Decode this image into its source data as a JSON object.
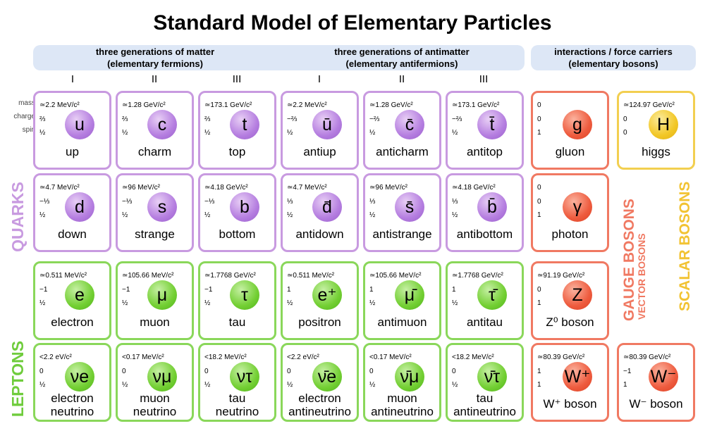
{
  "title": "Standard Model of Elementary Particles",
  "headers": {
    "matter": {
      "line1": "three generations of matter",
      "line2": "(elementary fermions)"
    },
    "antimatter": {
      "line1": "three generations of antimatter",
      "line2": "(elementary antifermions)"
    },
    "bosons": {
      "line1": "interactions / force carriers",
      "line2": "(elementary bosons)"
    }
  },
  "generations": [
    "I",
    "II",
    "III",
    "I",
    "II",
    "III"
  ],
  "row_labels": {
    "mass": "mass",
    "charge": "charge",
    "spin": "spin"
  },
  "side_labels": {
    "quarks": "QUARKS",
    "leptons": "LEPTONS",
    "gauge_bosons": "GAUGE BOSONS",
    "vector_bosons": "VECTOR BOSONS",
    "scalar_bosons": "SCALAR BOSONS"
  },
  "colors": {
    "quark": "#c89ae0",
    "lepton": "#8ad75a",
    "gauge": "#f07962",
    "scalar": "#f2cf50",
    "header": "#dde7f6"
  },
  "particles": [
    {
      "id": "up",
      "kind": "quark",
      "row": 0,
      "col": 0,
      "mass": "≃2.2 MeV/c²",
      "charge": "⅔",
      "spin": "½",
      "symbol": "u",
      "name": "up"
    },
    {
      "id": "charm",
      "kind": "quark",
      "row": 0,
      "col": 1,
      "mass": "≃1.28 GeV/c²",
      "charge": "⅔",
      "spin": "½",
      "symbol": "c",
      "name": "charm"
    },
    {
      "id": "top",
      "kind": "quark",
      "row": 0,
      "col": 2,
      "mass": "≃173.1 GeV/c²",
      "charge": "⅔",
      "spin": "½",
      "symbol": "t",
      "name": "top"
    },
    {
      "id": "antiup",
      "kind": "quark",
      "row": 0,
      "col": 3,
      "mass": "≃2.2 MeV/c²",
      "charge": "−⅔",
      "spin": "½",
      "symbol": "ū",
      "name": "antiup"
    },
    {
      "id": "anticharm",
      "kind": "quark",
      "row": 0,
      "col": 4,
      "mass": "≃1.28 GeV/c²",
      "charge": "−⅔",
      "spin": "½",
      "symbol": "c̄",
      "name": "anticharm"
    },
    {
      "id": "antitop",
      "kind": "quark",
      "row": 0,
      "col": 5,
      "mass": "≃173.1 GeV/c²",
      "charge": "−⅔",
      "spin": "½",
      "symbol": "t̄",
      "name": "antitop"
    },
    {
      "id": "gluon",
      "kind": "gauge",
      "row": 0,
      "col": 6,
      "mass": "0",
      "charge": "0",
      "spin": "1",
      "symbol": "g",
      "name": "gluon"
    },
    {
      "id": "higgs",
      "kind": "scalar",
      "row": 0,
      "col": 7,
      "mass": "≃124.97 GeV/c²",
      "charge": "0",
      "spin": "0",
      "symbol": "H",
      "name": "higgs"
    },
    {
      "id": "down",
      "kind": "quark",
      "row": 1,
      "col": 0,
      "mass": "≃4.7 MeV/c²",
      "charge": "−⅓",
      "spin": "½",
      "symbol": "d",
      "name": "down"
    },
    {
      "id": "strange",
      "kind": "quark",
      "row": 1,
      "col": 1,
      "mass": "≃96 MeV/c²",
      "charge": "−⅓",
      "spin": "½",
      "symbol": "s",
      "name": "strange"
    },
    {
      "id": "bottom",
      "kind": "quark",
      "row": 1,
      "col": 2,
      "mass": "≃4.18 GeV/c²",
      "charge": "−⅓",
      "spin": "½",
      "symbol": "b",
      "name": "bottom"
    },
    {
      "id": "antidown",
      "kind": "quark",
      "row": 1,
      "col": 3,
      "mass": "≃4.7 MeV/c²",
      "charge": "⅓",
      "spin": "½",
      "symbol": "d̄",
      "name": "antidown"
    },
    {
      "id": "antistrange",
      "kind": "quark",
      "row": 1,
      "col": 4,
      "mass": "≃96 MeV/c²",
      "charge": "⅓",
      "spin": "½",
      "symbol": "s̄",
      "name": "antistrange"
    },
    {
      "id": "antibottom",
      "kind": "quark",
      "row": 1,
      "col": 5,
      "mass": "≃4.18 GeV/c²",
      "charge": "⅓",
      "spin": "½",
      "symbol": "b̄",
      "name": "antibottom"
    },
    {
      "id": "photon",
      "kind": "gauge",
      "row": 1,
      "col": 6,
      "mass": "0",
      "charge": "0",
      "spin": "1",
      "symbol": "γ",
      "name": "photon"
    },
    {
      "id": "electron",
      "kind": "lepton",
      "row": 2,
      "col": 0,
      "mass": "≃0.511 MeV/c²",
      "charge": "−1",
      "spin": "½",
      "symbol": "e",
      "name": "electron"
    },
    {
      "id": "muon",
      "kind": "lepton",
      "row": 2,
      "col": 1,
      "mass": "≃105.66 MeV/c²",
      "charge": "−1",
      "spin": "½",
      "symbol": "μ",
      "name": "muon"
    },
    {
      "id": "tau",
      "kind": "lepton",
      "row": 2,
      "col": 2,
      "mass": "≃1.7768 GeV/c²",
      "charge": "−1",
      "spin": "½",
      "symbol": "τ",
      "name": "tau"
    },
    {
      "id": "positron",
      "kind": "lepton",
      "row": 2,
      "col": 3,
      "mass": "≃0.511 MeV/c²",
      "charge": "1",
      "spin": "½",
      "symbol": "e⁺",
      "name": "positron"
    },
    {
      "id": "antimuon",
      "kind": "lepton",
      "row": 2,
      "col": 4,
      "mass": "≃105.66 MeV/c²",
      "charge": "1",
      "spin": "½",
      "symbol": "μ̄",
      "name": "antimuon"
    },
    {
      "id": "antitau",
      "kind": "lepton",
      "row": 2,
      "col": 5,
      "mass": "≃1.7768 GeV/c²",
      "charge": "1",
      "spin": "½",
      "symbol": "τ̄",
      "name": "antitau"
    },
    {
      "id": "z-boson",
      "kind": "gauge",
      "row": 2,
      "col": 6,
      "mass": "≃91.19 GeV/c²",
      "charge": "0",
      "spin": "1",
      "symbol": "Z",
      "name": "Z⁰ boson"
    },
    {
      "id": "electron-neutrino",
      "kind": "lepton",
      "row": 3,
      "col": 0,
      "mass": "<2.2 eV/c²",
      "charge": "0",
      "spin": "½",
      "symbol": "νe",
      "name": "electron",
      "name2": "neutrino"
    },
    {
      "id": "muon-neutrino",
      "kind": "lepton",
      "row": 3,
      "col": 1,
      "mass": "<0.17 MeV/c²",
      "charge": "0",
      "spin": "½",
      "symbol": "νμ",
      "name": "muon",
      "name2": "neutrino"
    },
    {
      "id": "tau-neutrino",
      "kind": "lepton",
      "row": 3,
      "col": 2,
      "mass": "<18.2 MeV/c²",
      "charge": "0",
      "spin": "½",
      "symbol": "ντ",
      "name": "tau",
      "name2": "neutrino"
    },
    {
      "id": "electron-antineutrino",
      "kind": "lepton",
      "row": 3,
      "col": 3,
      "mass": "<2.2 eV/c²",
      "charge": "0",
      "spin": "½",
      "symbol": "ν̄e",
      "name": "electron",
      "name2": "antineutrino"
    },
    {
      "id": "muon-antineutrino",
      "kind": "lepton",
      "row": 3,
      "col": 4,
      "mass": "<0.17 MeV/c²",
      "charge": "0",
      "spin": "½",
      "symbol": "ν̄μ",
      "name": "muon",
      "name2": "antineutrino"
    },
    {
      "id": "tau-antineutrino",
      "kind": "lepton",
      "row": 3,
      "col": 5,
      "mass": "<18.2 MeV/c²",
      "charge": "0",
      "spin": "½",
      "symbol": "ν̄τ",
      "name": "tau",
      "name2": "antineutrino"
    },
    {
      "id": "w-plus-boson",
      "kind": "gauge",
      "row": 3,
      "col": 6,
      "mass": "≃80.39 GeV/c²",
      "charge": "1",
      "spin": "1",
      "symbol": "W⁺",
      "name": "W⁺ boson"
    },
    {
      "id": "w-minus-boson",
      "kind": "gauge",
      "row": 3,
      "col": 7,
      "mass": "≃80.39 GeV/c²",
      "charge": "−1",
      "spin": "1",
      "symbol": "W⁻",
      "name": "W⁻ boson"
    }
  ]
}
